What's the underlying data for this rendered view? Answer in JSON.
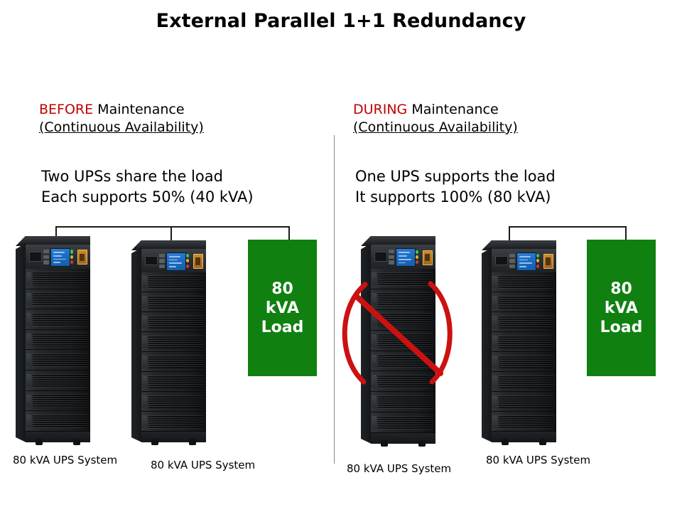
{
  "title": "External Parallel 1+1 Redundancy",
  "colors": {
    "accent_red": "#c00000",
    "load_green": "#108010",
    "prohibit_red": "#cc1111",
    "cabinet_dark": "#1e2023",
    "divider_gray": "#8a8a8a"
  },
  "columns": [
    {
      "id": "before",
      "header_keyword": "BEFORE",
      "header_rest": " Maintenance",
      "header_line2": "(Continuous Availability)",
      "desc_line1": "Two UPSs share the load",
      "desc_line2": "Each supports 50% (40 kVA)",
      "units": [
        {
          "caption": "80 kVA UPS System",
          "disabled": false
        },
        {
          "caption": "80 kVA UPS System",
          "disabled": false
        }
      ],
      "load": {
        "line1": "80",
        "line2": "kVA",
        "line3": "Load"
      }
    },
    {
      "id": "during",
      "header_keyword": "DURING",
      "header_rest": " Maintenance",
      "header_line2": "(Continuous Availability)",
      "desc_line1": "One UPS supports the load",
      "desc_line2": "It supports 100% (80 kVA)",
      "units": [
        {
          "caption": "80 kVA UPS System",
          "disabled": true
        },
        {
          "caption": "80 kVA UPS System",
          "disabled": false
        }
      ],
      "load": {
        "line1": "80",
        "line2": "kVA",
        "line3": "Load"
      }
    }
  ]
}
